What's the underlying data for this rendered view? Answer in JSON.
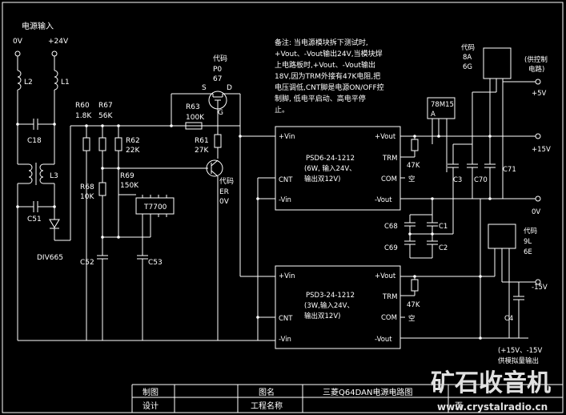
{
  "header": {
    "power_input": "电源输入",
    "v0": "0V",
    "v24": "+24V"
  },
  "labels": {
    "L2": "L2",
    "L1": "L1",
    "C18": "C18",
    "L3": "L3",
    "C51": "C51",
    "DIV665": "DIV665",
    "R60": "R60",
    "R60v": "1.8K",
    "R67": "R67",
    "R67v": "56K",
    "R62": "R62",
    "R62v": "22K",
    "R69": "R69",
    "R69v": "150K",
    "R68": "R68",
    "R68v": "10K",
    "T7700": "T7700",
    "C52": "C52",
    "C53": "C53",
    "R63": "R63",
    "R63v": "100K",
    "R61": "R61",
    "R61v": "27K",
    "q1code": "代码",
    "q1a": "P0",
    "q1b": "67",
    "S": "S",
    "D": "D",
    "G": "G",
    "q2code": "代码",
    "q2a": "ER",
    "q2b": "0V",
    "vin": "+Vin",
    "cnt": "CNT",
    "mvin": "-Vin",
    "vout": "+Vout",
    "trm": "TRM",
    "com": "COM",
    "mvout": "-Vout",
    "psd6a": "PSD6-24-1212",
    "psd6b": "(6W, 输入24V、",
    "psd6c": "输出双12V)",
    "psd3a": "PSD3-24-1212",
    "psd3b": "(3W,输入24V、",
    "psd3c": "输出双12V)",
    "r47k_1": "47K",
    "r47k_2": "47K",
    "kong1": "空",
    "kong2": "空",
    "reg": "78M15",
    "regA": "A",
    "C3": "C3",
    "C70": "C70",
    "C71": "C71",
    "C68": "C68",
    "C69": "C69",
    "C1": "C1",
    "C2": "C2",
    "C4": "C4",
    "code8a": "代码",
    "code8b": "8A",
    "code8c": "6G",
    "code9a": "代码",
    "code9b": "9L",
    "code9c": "6E",
    "ctrl1": "(供控制",
    "ctrl2": "电路)",
    "p5v": "+5V",
    "p15v": "+15V",
    "zero": "0V",
    "m15v": "-15V",
    "an1": "(+15V、-15V",
    "an2": "供模拟量输出"
  },
  "note": {
    "lines": [
      "备注: 当电源模块拆下测试时,",
      "+Vout、-Vout输出24V,当模块焊",
      "上电路板时,+Vout、-Vout输出",
      "18V,因为TRM外接有47K电阻,把",
      "电压调低,CNT脚是电源ON/OFF控",
      "制脚, 低电平启动、高电平停",
      "止。"
    ]
  },
  "titleblock": {
    "c1": "制图",
    "c2": "设计",
    "c3": "图名",
    "c4": "工程名称",
    "name": "三菱Q64DAN电源电路图",
    "sheet": "页"
  },
  "watermark": {
    "text": "矿石收音机",
    "url": "www.crystalradio.cn"
  }
}
